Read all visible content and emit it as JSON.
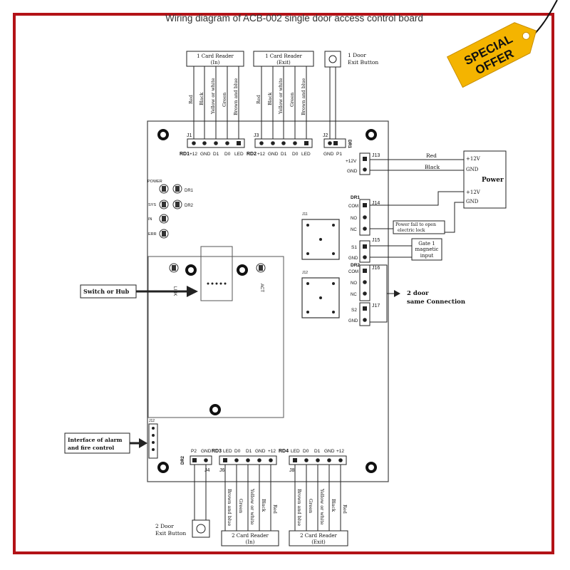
{
  "title": "Wiring diagram of ACB-002 single door access control board",
  "badge": {
    "line1": "SPECIAL",
    "line2": "OFFER",
    "color": "#f4b400",
    "text_color": "#c0141a"
  },
  "colors": {
    "frame": "#b31217"
  },
  "reader_in_top": {
    "line1": "1 Card Reader",
    "line2": "(In)",
    "wires": [
      "Red",
      "Black",
      "Yellow or white",
      "Green",
      "Brown and blue"
    ]
  },
  "reader_exit_top": {
    "line1": "1 Card Reader",
    "line2": "(Exit)",
    "wires": [
      "Red",
      "Black",
      "Yellow or white",
      "Green",
      "Brown and blue"
    ]
  },
  "exit_button_1": {
    "line1": "1 Door",
    "line2": "Exit Button"
  },
  "j1": {
    "name": "J1",
    "pins": [
      "RD1",
      "+12",
      "GND",
      "D1",
      "D0",
      "LED"
    ]
  },
  "j3": {
    "name": "J3",
    "pins": [
      "RD2",
      "+12",
      "GND",
      "D1",
      "D0",
      "LED"
    ]
  },
  "j2": {
    "name": "J2",
    "pins": [
      "GND",
      "P1"
    ],
    "side": "DR1"
  },
  "j13": {
    "name": "J13",
    "pins": [
      "+12V",
      "GND"
    ]
  },
  "power_wires": {
    "red": "Red",
    "black": "Black"
  },
  "power": {
    "label": "Power",
    "pins": [
      "+12V",
      "GND",
      "+12V",
      "GND"
    ]
  },
  "leds": [
    "POWER",
    "SYS",
    "IN",
    "ERR"
  ],
  "led_right": [
    "DR1",
    "DR2"
  ],
  "j14": {
    "name": "J14",
    "label": "DR1",
    "pins": [
      "COM",
      "NO",
      "NC"
    ]
  },
  "power_fail": {
    "line1": "Power fail to open",
    "line2": "electric lock"
  },
  "j15": {
    "name": "J15",
    "pins": [
      "S1",
      "GND"
    ]
  },
  "gate_magnet": {
    "line1": "Gate 1",
    "line2": "magnetic",
    "line3": "input"
  },
  "j16": {
    "name": "J16",
    "label": "DR2",
    "pins": [
      "COM",
      "NO",
      "NC"
    ]
  },
  "j17": {
    "name": "J17",
    "pins": [
      "S2",
      "GND"
    ]
  },
  "door2_conn": {
    "line1": "2 door",
    "line2": "same Connection"
  },
  "relays": [
    "J11",
    "J12"
  ],
  "network": {
    "label": "Switch or Hub",
    "link": "LINK",
    "act": "ACT"
  },
  "alarm": {
    "line1": "Interface of alarm",
    "line2": "and fire control",
    "conn": "J12"
  },
  "j4": {
    "name": "J4",
    "pins": [
      "P2",
      "GND"
    ],
    "side": "DR2"
  },
  "j6": {
    "name": "J6",
    "pins": [
      "RD3",
      "LED",
      "D0",
      "D1",
      "GND",
      "+12"
    ]
  },
  "j8": {
    "name": "J8",
    "pins": [
      "RD4",
      "LED",
      "D0",
      "D1",
      "GND",
      "+12"
    ]
  },
  "reader_in_bottom": {
    "line1": "2 Card Reader",
    "line2": "(In)",
    "wires": [
      "Brown and blue",
      "Green",
      "Yellow or white",
      "Black",
      "Red"
    ]
  },
  "reader_exit_bottom": {
    "line1": "2 Card Reader",
    "line2": "(Exit)",
    "wires": [
      "Brown and blue",
      "Green",
      "Yellow or white",
      "Black",
      "Red"
    ]
  },
  "exit_button_2": {
    "line1": "2 Door",
    "line2": "Exit Button"
  }
}
